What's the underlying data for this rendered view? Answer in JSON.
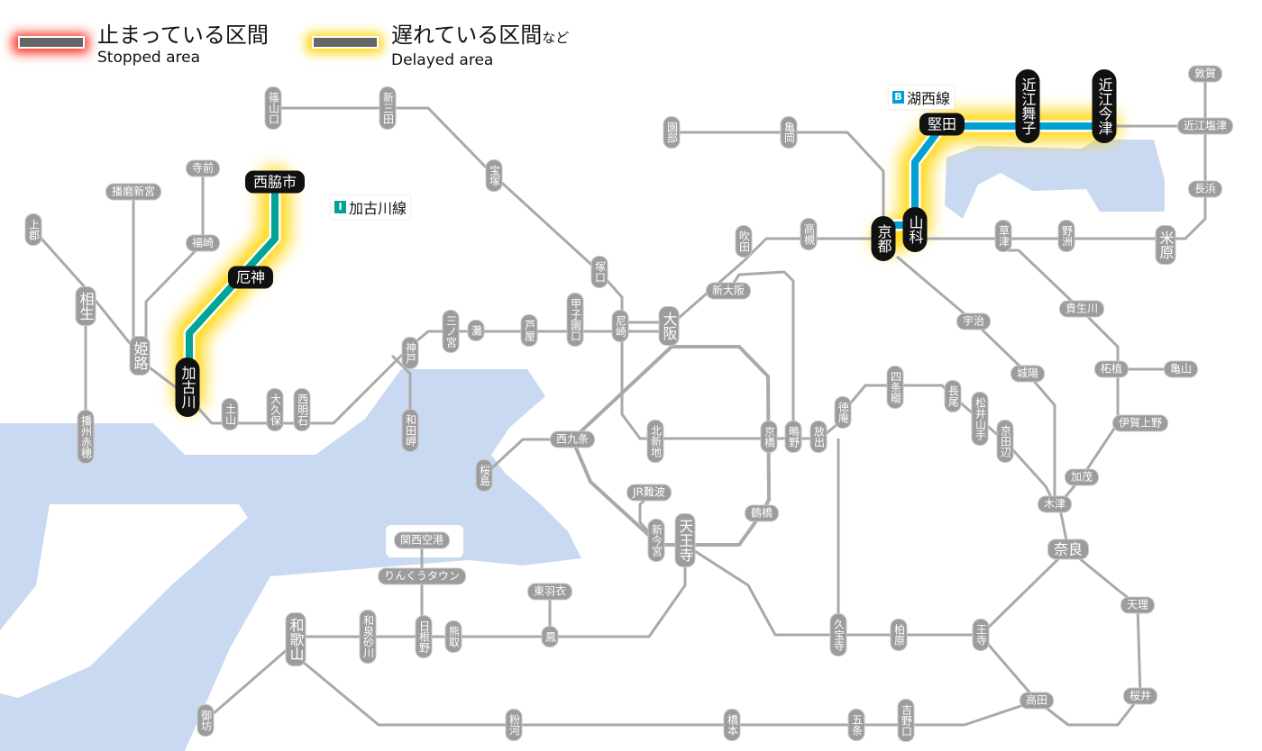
{
  "legend": {
    "stopped": {
      "ja": "止まっている区間",
      "en": "Stopped area",
      "color": "#ff2a1a"
    },
    "delayed": {
      "ja": "遅れている区間",
      "ja_suffix": "など",
      "en": "Delayed area",
      "color": "#ffd400"
    }
  },
  "lines": [
    {
      "badge": "I",
      "name": "加古川線",
      "color": "#00a497",
      "status": "delayed"
    },
    {
      "badge": "B",
      "name": "湖西線",
      "color": "#00a0d0",
      "status": "delayed"
    }
  ],
  "stations": [
    {
      "name": "篠山口"
    },
    {
      "name": "新三田"
    },
    {
      "name": "宝塚"
    },
    {
      "name": "塚口"
    },
    {
      "name": "尼崎"
    },
    {
      "name": "大阪"
    },
    {
      "name": "甲子園口"
    },
    {
      "name": "芦屋"
    },
    {
      "name": "灘"
    },
    {
      "name": "三ノ宮"
    },
    {
      "name": "神戸"
    },
    {
      "name": "和田岬"
    },
    {
      "name": "西明石"
    },
    {
      "name": "大久保"
    },
    {
      "name": "土山"
    },
    {
      "name": "加古川",
      "affected": true
    },
    {
      "name": "厄神",
      "affected": true
    },
    {
      "name": "西脇市",
      "affected": true
    },
    {
      "name": "寺前"
    },
    {
      "name": "福崎"
    },
    {
      "name": "播磨新宮"
    },
    {
      "name": "上郡"
    },
    {
      "name": "相生"
    },
    {
      "name": "姫路"
    },
    {
      "name": "播州赤穂"
    },
    {
      "name": "園部"
    },
    {
      "name": "亀岡"
    },
    {
      "name": "吹田"
    },
    {
      "name": "高槻"
    },
    {
      "name": "京都",
      "affected": true
    },
    {
      "name": "山科",
      "affected": true
    },
    {
      "name": "堅田",
      "affected": true
    },
    {
      "name": "近江舞子",
      "affected": true
    },
    {
      "name": "近江今津",
      "affected": true
    },
    {
      "name": "敦賀"
    },
    {
      "name": "近江塩津"
    },
    {
      "name": "長浜"
    },
    {
      "name": "米原"
    },
    {
      "name": "野洲"
    },
    {
      "name": "草津"
    },
    {
      "name": "新大阪"
    },
    {
      "name": "宇治"
    },
    {
      "name": "貴生川"
    },
    {
      "name": "柘植"
    },
    {
      "name": "亀山"
    },
    {
      "name": "伊賀上野"
    },
    {
      "name": "城陽"
    },
    {
      "name": "四条畷"
    },
    {
      "name": "徳庵"
    },
    {
      "name": "長尾"
    },
    {
      "name": "松井山手"
    },
    {
      "name": "京田辺"
    },
    {
      "name": "加茂"
    },
    {
      "name": "木津"
    },
    {
      "name": "奈良"
    },
    {
      "name": "天理"
    },
    {
      "name": "桜井"
    },
    {
      "name": "高田"
    },
    {
      "name": "王寺"
    },
    {
      "name": "柏原"
    },
    {
      "name": "久宝寺"
    },
    {
      "name": "放出"
    },
    {
      "name": "鴫野"
    },
    {
      "name": "京橋"
    },
    {
      "name": "北新地"
    },
    {
      "name": "西九条"
    },
    {
      "name": "桜島"
    },
    {
      "name": "JR難波"
    },
    {
      "name": "新今宮"
    },
    {
      "name": "天王寺"
    },
    {
      "name": "鶴橋"
    },
    {
      "name": "関西空港"
    },
    {
      "name": "りんくうタウン"
    },
    {
      "name": "東羽衣"
    },
    {
      "name": "鳳"
    },
    {
      "name": "熊取"
    },
    {
      "name": "日根野"
    },
    {
      "name": "和泉砂川"
    },
    {
      "name": "和歌山"
    },
    {
      "name": "御坊"
    },
    {
      "name": "粉河"
    },
    {
      "name": "橋本"
    },
    {
      "name": "五条"
    },
    {
      "name": "吉野口"
    }
  ]
}
